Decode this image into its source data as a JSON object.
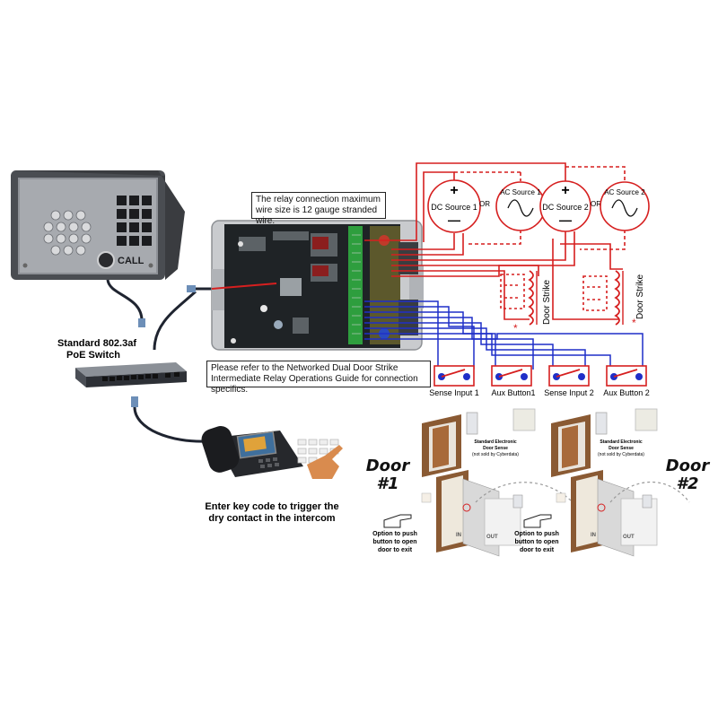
{
  "notes": {
    "wire_gauge": "The relay connection maximum wire size is 12 gauge stranded wire.",
    "refer_guide": "Please refer to the Networked Dual Door Strike Intermediate Relay Operations Guide for connection specifics."
  },
  "intercom": {
    "call_label": "CALL"
  },
  "switch_label": {
    "line1": "Standard 802.3af",
    "line2": "PoE Switch"
  },
  "phone_caption": {
    "line1": "Enter key code to trigger the",
    "line2": "dry contact in the intercom"
  },
  "sources": {
    "dc1": "DC Source 1",
    "ac1": "AC Source 1",
    "dc2": "DC Source 2",
    "ac2": "AC Source 2",
    "or": "OR",
    "plus": "+",
    "minus": "—"
  },
  "door_strike": "Door Strike",
  "inputs": {
    "sense1": "Sense Input 1",
    "aux1": "Aux Button1",
    "sense2": "Sense Input 2",
    "aux2": "Aux Button 2"
  },
  "doors": {
    "door1": {
      "word": "Door",
      "num": "#1"
    },
    "door2": {
      "word": "Door",
      "num": "#2"
    },
    "sensor_note": {
      "line1": "Standard Electronic",
      "line2": "Door Sense",
      "line3": "(not sold by Cyberdata)"
    },
    "push_note": {
      "line1": "Option to push",
      "line2": "button to open",
      "line3": "door to exit"
    }
  },
  "colors": {
    "red_wire": "#d61f1f",
    "blue_wire": "#1f2fc8",
    "board_green": "#2e9e3e"
  }
}
